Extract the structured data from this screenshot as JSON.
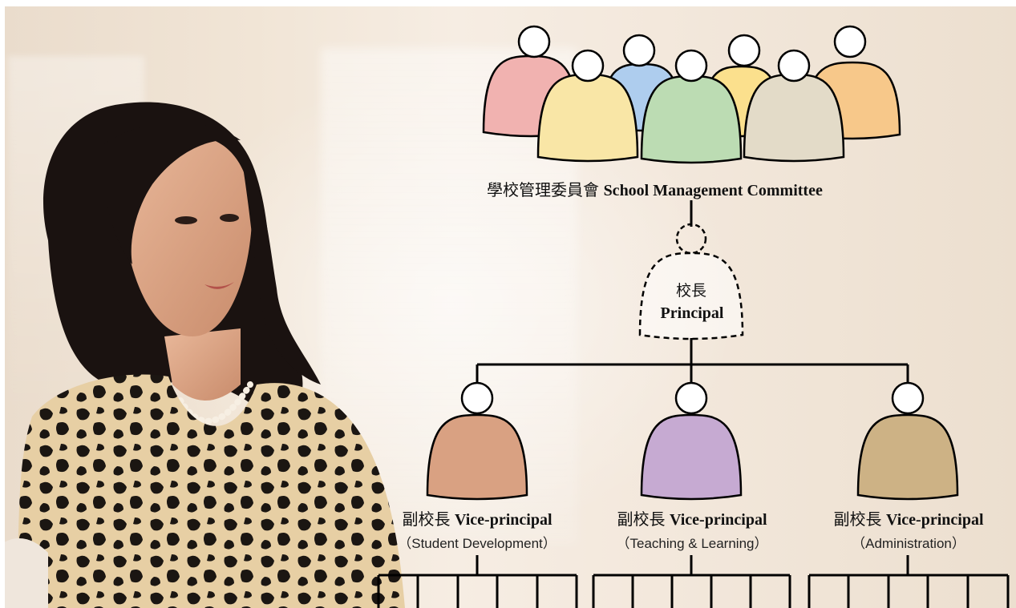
{
  "committee": {
    "label_zh": "學校管理委員會",
    "label_en": "School Management Committee",
    "member_colors": [
      "#f1b2b0",
      "#f9e6a6",
      "#aecdee",
      "#bcdcb3",
      "#fbe08d",
      "#e3dbc8",
      "#f7c88a"
    ]
  },
  "principal": {
    "label_zh": "校長",
    "label_en": "Principal"
  },
  "vice_principals": [
    {
      "label_zh": "副校長",
      "label_en": "Vice-principal",
      "department": "（Student Development）",
      "color": "#d9a182"
    },
    {
      "label_zh": "副校長",
      "label_en": "Vice-principal",
      "department": "（Teaching & Learning）",
      "color": "#c6aad2"
    },
    {
      "label_zh": "副校長",
      "label_en": "Vice-principal",
      "department": "（Administration）",
      "color": "#cdb285"
    }
  ],
  "colors": {
    "line": "#000000",
    "head_fill": "#ffffff"
  }
}
